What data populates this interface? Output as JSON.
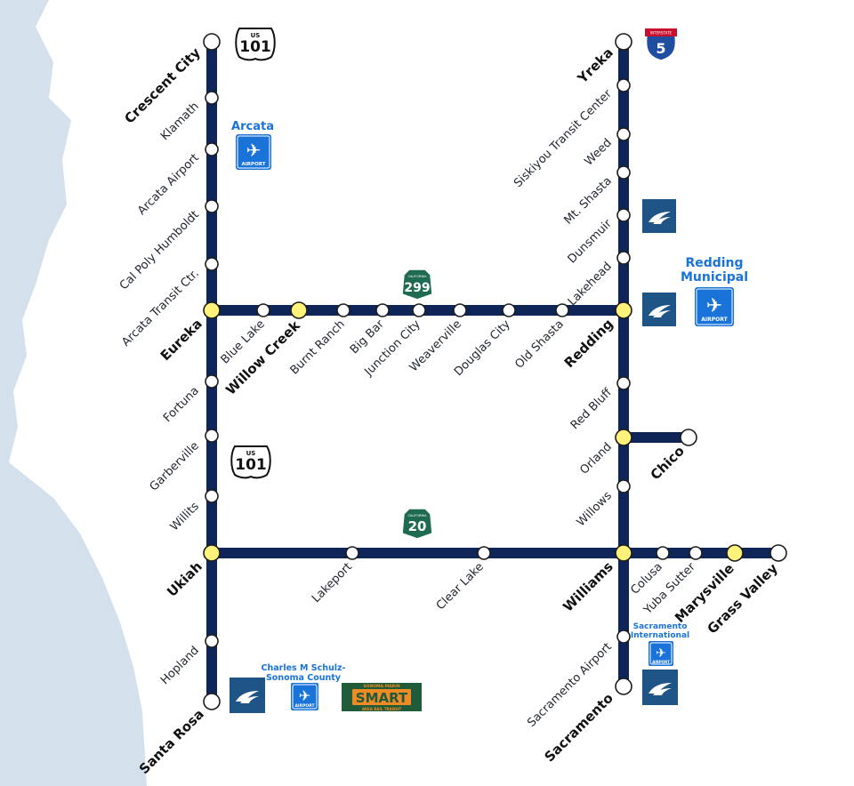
{
  "colors": {
    "line": "#0f2557",
    "ocean": "#d4e1ec",
    "transfer_station": "#fff27a",
    "regular_station": "#ffffff",
    "amtrak": "#1e5486",
    "airport": "#1a73d9",
    "shield_green": "#1e6b52",
    "interstate_blue": "#1f4ea1",
    "interstate_red": "#c8102e",
    "smart_green": "#1f5a39",
    "smart_orange": "#ef8a24"
  },
  "highway_shields": {
    "us101_top": {
      "prefix": "US",
      "number": "101"
    },
    "us101_mid": {
      "prefix": "US",
      "number": "101"
    },
    "ca299": {
      "prefix": "CALIFORNIA",
      "number": "299"
    },
    "ca20": {
      "prefix": "CALIFORNIA",
      "number": "20"
    },
    "i5": {
      "prefix": "INTERSTATE",
      "number": "5"
    }
  },
  "stations": {
    "crescent_city": "Crescent City",
    "klamath": "Klamath",
    "arcata_airport": "Arcata Airport",
    "cal_poly_humboldt": "Cal Poly Humboldt",
    "arcata_transit_ctr": "Arcata Transit Ctr.",
    "eureka": "Eureka",
    "blue_lake": "Blue Lake",
    "willow_creek": "Willow Creek",
    "burnt_ranch": "Burnt Ranch",
    "big_bar": "Big Bar",
    "junction_city": "Junction City",
    "weaverville": "Weaverville",
    "douglas_city": "Douglas City",
    "old_shasta": "Old Shasta",
    "redding": "Redding",
    "fortuna": "Fortuna",
    "garberville": "Garberville",
    "willits": "Willits",
    "ukiah": "Ukiah",
    "lakeport": "Lakeport",
    "clear_lake": "Clear Lake",
    "williams": "Williams",
    "colusa": "Colusa",
    "yuba_sutter": "Yuba Sutter",
    "marysville": "Marysville",
    "grass_valley": "Grass Valley",
    "hopland": "Hopland",
    "santa_rosa": "Santa Rosa",
    "yreka": "Yreka",
    "siskiyou_transit_center": "Siskiyou Transit Center",
    "weed": "Weed",
    "mt_shasta": "Mt. Shasta",
    "dunsmuir": "Dunsmuir",
    "lakehead": "Lakehead",
    "red_bluff": "Red Bluff",
    "orland": "Orland",
    "chico": "Chico",
    "willows": "Willows",
    "sacramento_airport": "Sacramento Airport",
    "sacramento": "Sacramento"
  },
  "airports": {
    "arcata": {
      "name": "Arcata",
      "badge": "AIRPORT"
    },
    "redding": {
      "name_line1": "Redding",
      "name_line2": "Municipal",
      "badge": "AIRPORT"
    },
    "sonoma": {
      "name_line1": "Charles M Schulz-",
      "name_line2": "Sonoma County",
      "badge": "AIRPORT"
    },
    "sacramento": {
      "name_line1": "Sacramento",
      "name_line2": "International",
      "badge": "AIRPORT"
    }
  },
  "smart_logo": {
    "top": "SONOMA·MARIN",
    "main": "SMART",
    "bottom": "AREA RAIL TRANSIT"
  }
}
